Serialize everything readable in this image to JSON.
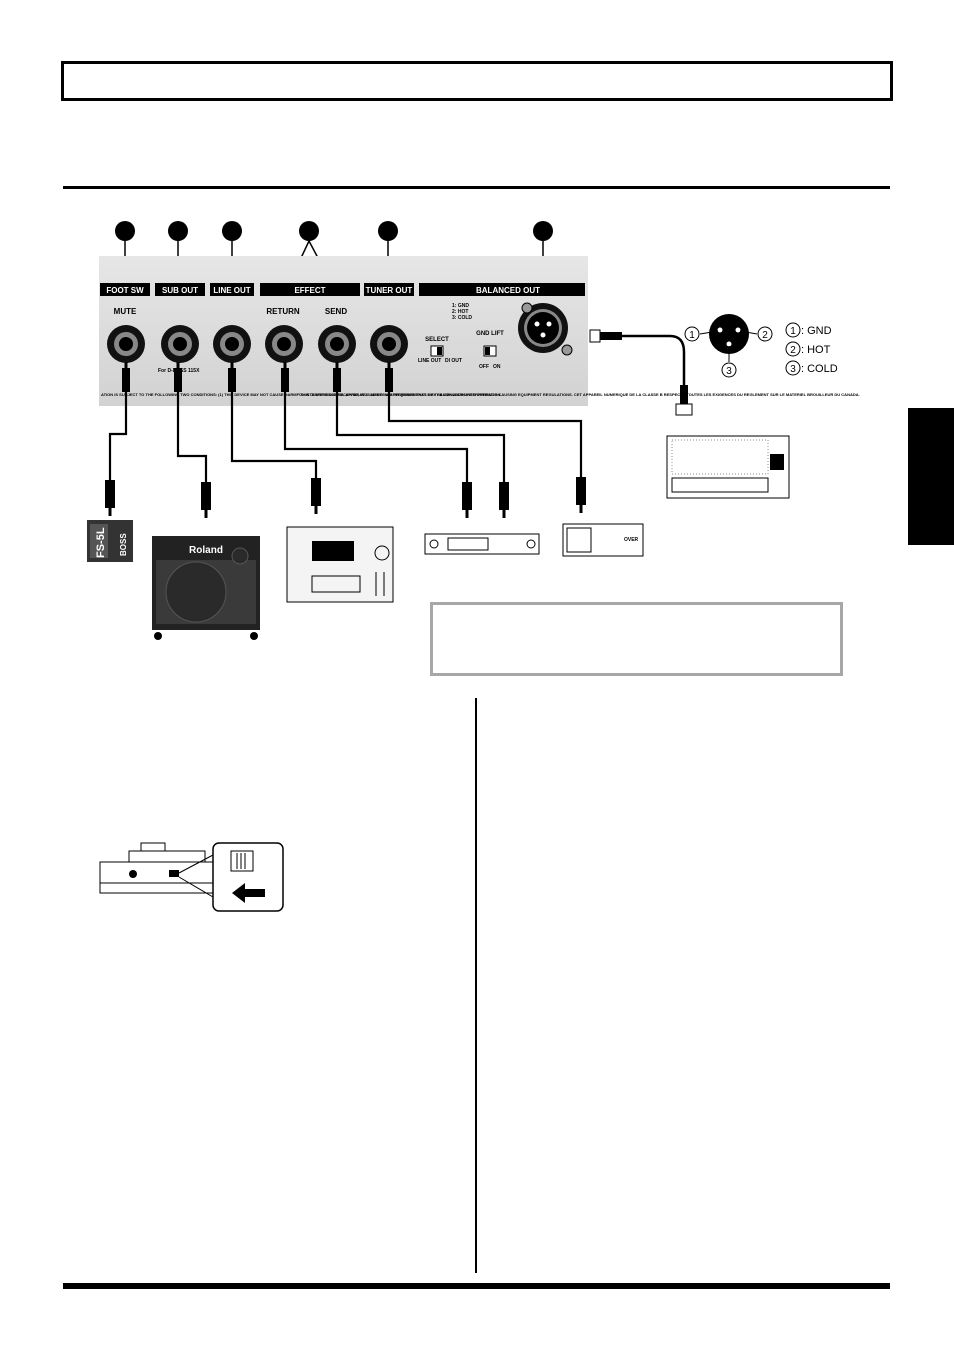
{
  "panel": {
    "section_labels": {
      "foot_sw": "FOOT SW",
      "sub_out": "SUB OUT",
      "line_out": "LINE OUT",
      "effect": "EFFECT",
      "tuner_out": "TUNER OUT",
      "balanced_out": "BALANCED OUT"
    },
    "jacks": {
      "mute": "MUTE",
      "return": "RETURN",
      "send": "SEND"
    },
    "sub_out_note": "For D-BASS 115X",
    "xlr_pinout": [
      "1: GND",
      "2: HOT",
      "3: COLD"
    ],
    "select": {
      "label": "SELECT",
      "left": "LINE OUT",
      "right": "DI OUT"
    },
    "gnd_lift": {
      "label": "GND LIFT",
      "left": "OFF",
      "right": "ON"
    },
    "fcc_text_left": "ATION IS SUBJECT TO THE FOLLOWING TWO CONDITIONS: (1) THIS DEVICE MAY NOT CAUSE HARMFUL INTERFERENCE RECEIVED, INCLUDING INTERFERENCE THAT MAY CAUSE UNDESIRED OPERATION.",
    "fcc_text_right": "THIS CLASS B DIGITAL APPARATUS MEETS ALL REQUIREMENTS OF THE CANADIAN INTERFERENCE-CAUSING EQUIPMENT REGULATIONS. CET APPAREIL NUMERIQUE DE LA CLASSE B RESPECTE TOUTES LES EXIGENCES DU REGLEMENT SUR LE MATERIEL BROUILLEUR DU CANADA."
  },
  "xlr_legend": [
    {
      "num": "1",
      "label": ": GND"
    },
    {
      "num": "2",
      "label": ": HOT"
    },
    {
      "num": "3",
      "label": ": COLD"
    }
  ],
  "xlr_pin_numbers": [
    "1",
    "2",
    "3"
  ],
  "devices": {
    "footswitch_model": "FS-5L",
    "footswitch_brand": "BOSS",
    "amp_brand": "Roland",
    "tuner_label": "OVER"
  }
}
